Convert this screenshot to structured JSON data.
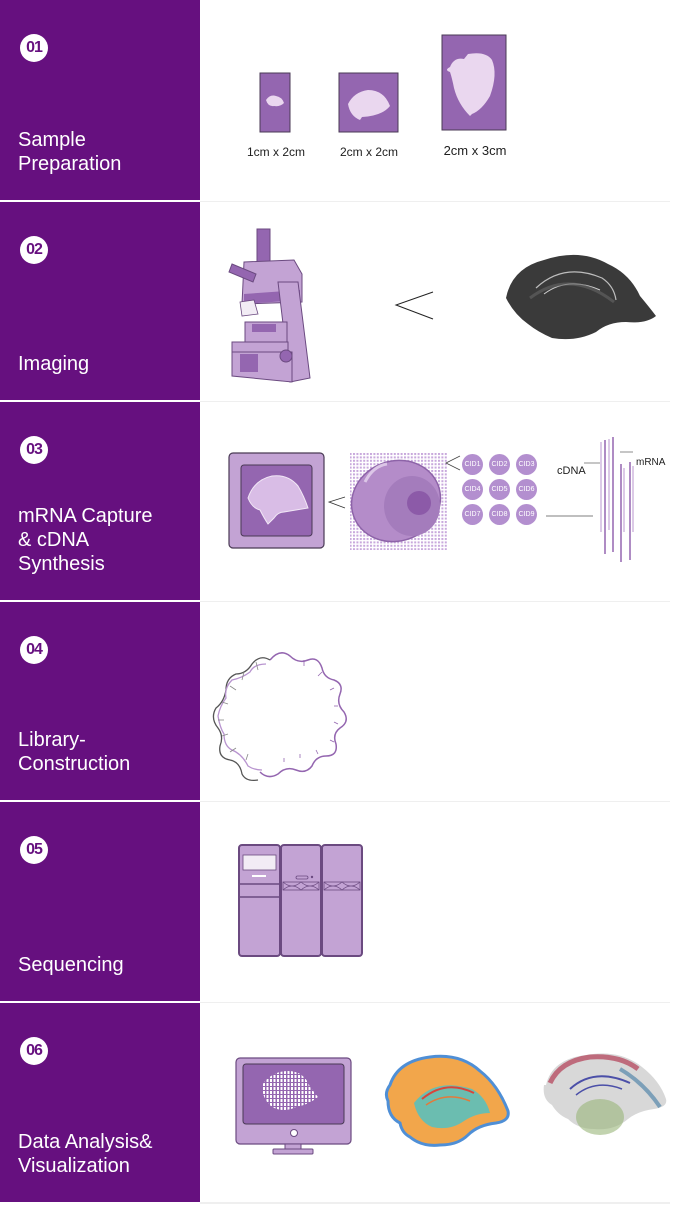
{
  "colors": {
    "panel": "#66107f",
    "arrow": "#7b5ad6",
    "illustration_purple": "#9466b0",
    "illustration_light": "#c3a3d4",
    "tissue_light": "#ead7ef",
    "divider": "#efefef"
  },
  "steps": [
    {
      "number": "01",
      "title": "Sample\nPreparation",
      "illustration": "tissue-slide-sizes",
      "labels": [
        "1cm x 2cm",
        "2cm x 2cm",
        "2cm x 3cm"
      ]
    },
    {
      "number": "02",
      "title": "Imaging",
      "illustration": "microscope-and-brain-section"
    },
    {
      "number": "03",
      "title": "mRNA Capture\n& cDNA\nSynthesis",
      "illustration": "capture-chip-and-barcodes",
      "cids": [
        "CID1",
        "CID2",
        "CID3",
        "CID4",
        "CID5",
        "CID6",
        "CID7",
        "CID8",
        "CID9"
      ],
      "strand_labels": {
        "cdna": "cDNA",
        "mrna": "mRNA"
      }
    },
    {
      "number": "04",
      "title": "Library-\nConstruction",
      "illustration": "circular-dna-helix"
    },
    {
      "number": "05",
      "title": "Sequencing",
      "illustration": "sequencer-cabinet"
    },
    {
      "number": "06",
      "title": "Data Analysis&\nVisualization",
      "illustration": "monitor-and-spatial-maps"
    }
  ]
}
